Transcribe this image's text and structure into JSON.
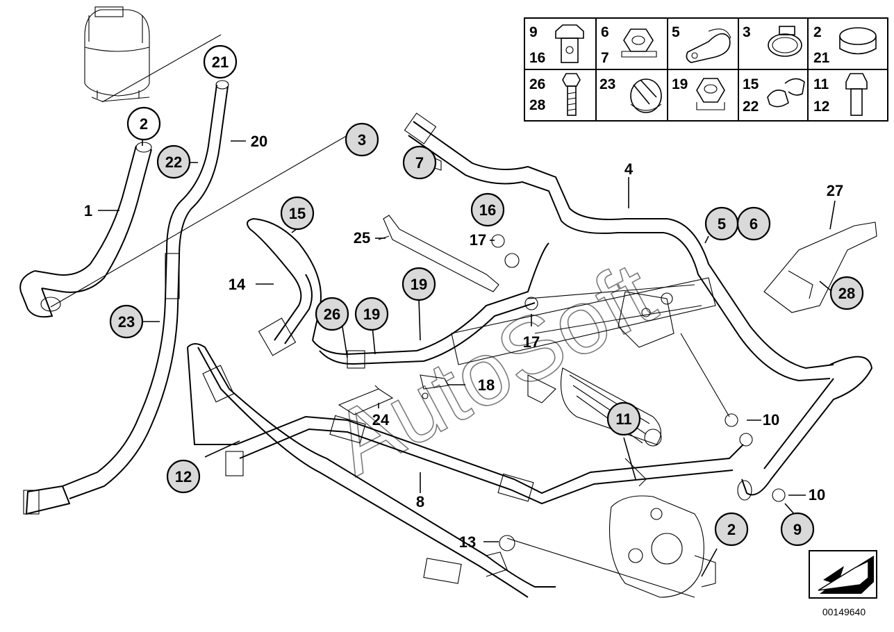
{
  "watermark": "AutoSoft",
  "document_number": "00149640",
  "legend": {
    "row1": [
      {
        "a": "9",
        "b": "16",
        "icon": "hollow-bolt-icon"
      },
      {
        "a": "6",
        "b": "7",
        "icon": "hex-collar-nut-icon"
      },
      {
        "a": "5",
        "b": "",
        "icon": "hose-clip-icon"
      },
      {
        "a": "3",
        "b": "",
        "icon": "worm-clamp-icon"
      },
      {
        "a": "2",
        "b": "21",
        "icon": "spring-clamp-icon"
      }
    ],
    "row2": [
      {
        "a": "26",
        "b": "28",
        "icon": "hex-bolt-icon"
      },
      {
        "a": "23",
        "b": "",
        "icon": "quick-coupling-clamp-icon"
      },
      {
        "a": "19",
        "b": "",
        "icon": "self-locking-nut-icon"
      },
      {
        "a": "15",
        "b": "22",
        "icon": "double-holder-clip-icon"
      },
      {
        "a": "11",
        "b": "12",
        "icon": "hex-head-screw-icon"
      }
    ]
  },
  "callouts": {
    "c1": "1",
    "c2a": "2",
    "c2b": "2",
    "c3": "3",
    "c4": "4",
    "c5": "5",
    "c6": "6",
    "c7": "7",
    "c8": "8",
    "c9": "9",
    "c10a": "10",
    "c10b": "10",
    "c11": "11",
    "c12": "12",
    "c13": "13",
    "c14": "14",
    "c15": "15",
    "c16": "16",
    "c17a": "17",
    "c17b": "17",
    "c18": "18",
    "c19a": "19",
    "c19b": "19",
    "c20": "20",
    "c21": "21",
    "c22": "22",
    "c23": "23",
    "c24": "24",
    "c25": "25",
    "c26": "26",
    "c27": "27",
    "c28": "28"
  }
}
